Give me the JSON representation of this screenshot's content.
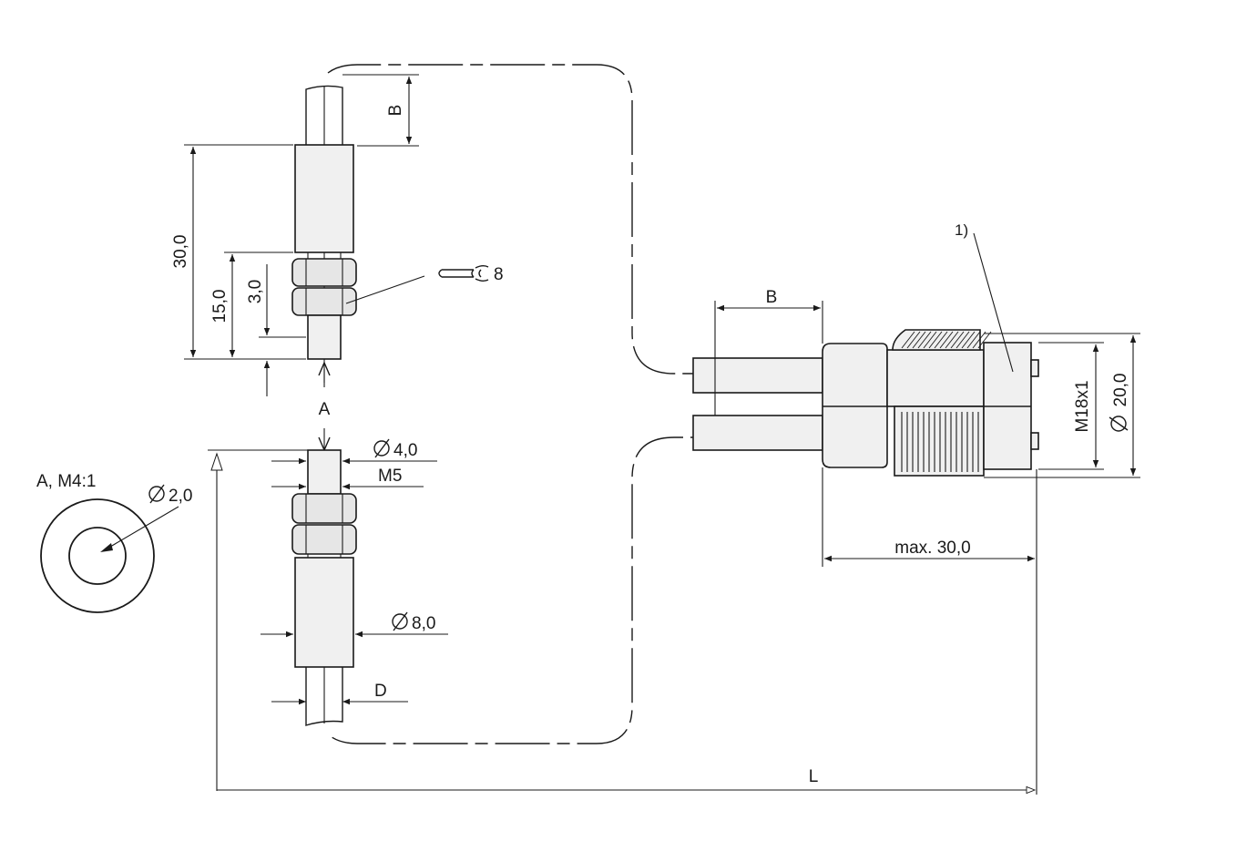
{
  "labels": {
    "b_top": "B",
    "b_right": "B",
    "dim_30": "30,0",
    "dim_15": "15,0",
    "dim_3": "3,0",
    "wrench": "8",
    "view_a_marker": "A",
    "detail_title": "A, M4:1",
    "dia_2": "2,0",
    "dia_4": "4,0",
    "thread_m5": "M5",
    "dia_8": "8,0",
    "d_label": "D",
    "l_label": "L",
    "max_30": "max. 30,0",
    "note_1": "1)",
    "thread_m18": "M18x1",
    "dia_20": "20,0"
  },
  "icons": {
    "diameter": "diameter-symbol-icon",
    "wrench": "wrench-icon"
  }
}
